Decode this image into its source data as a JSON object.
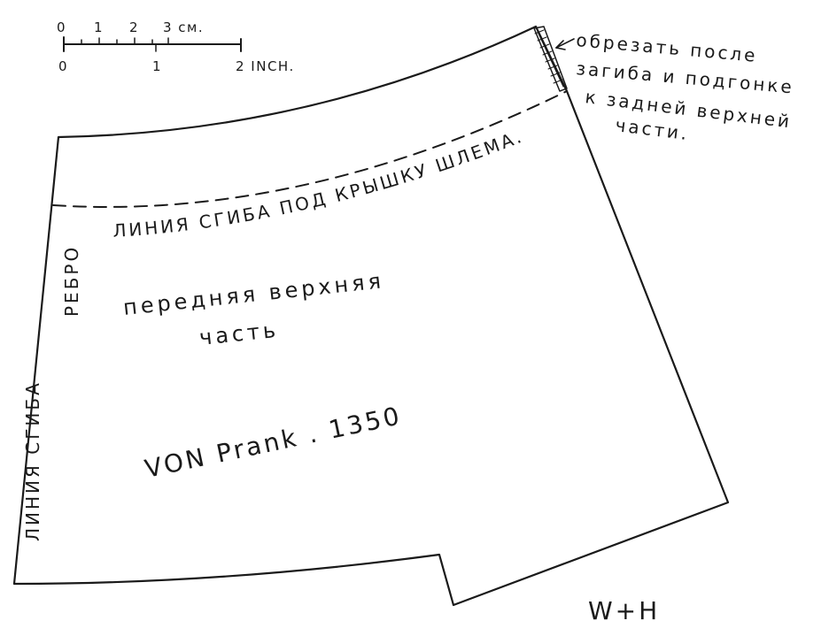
{
  "scale": {
    "cm_label": "0 1 2 3 см.",
    "cm_ticks": [
      "0",
      "1",
      "2",
      "3 см."
    ],
    "inch_ticks": [
      "0",
      "1",
      "2 INCH."
    ]
  },
  "pattern": {
    "fold_line_top": "ЛИНИЯ СГИБА ПОД КРЫШКУ ШЛЕМА.",
    "edge_label": "РЕБРО",
    "fold_line_side": "ЛИНИЯ СГИБА",
    "title_line1": "передняя верхняя",
    "title_line2": "часть",
    "maker": "VON Prank . 1350"
  },
  "note": {
    "lines": [
      "обрезать после",
      "загиба и подгонке",
      "к задней верхней",
      "части."
    ]
  },
  "signature": "W+H"
}
